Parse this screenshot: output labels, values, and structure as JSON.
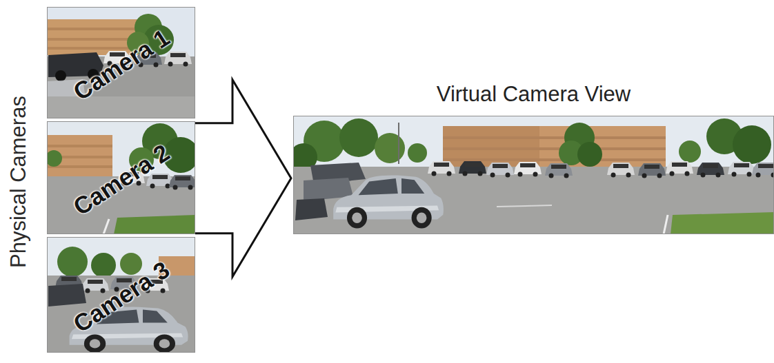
{
  "diagram": {
    "nodes": [
      {
        "text": [
          "Physical Cameras"
        ]
      },
      {
        "text": [
          "Camera 1"
        ],
        "in": 0
      },
      {
        "text": [
          "Camera 2"
        ],
        "in": 0
      },
      {
        "text": [
          "Camera 3"
        ],
        "in": 0
      },
      {
        "text": [
          "Virtual Camera View"
        ]
      }
    ],
    "edges": [
      {
        "from": 0,
        "to": 4,
        "arrow": "to"
      }
    ]
  }
}
